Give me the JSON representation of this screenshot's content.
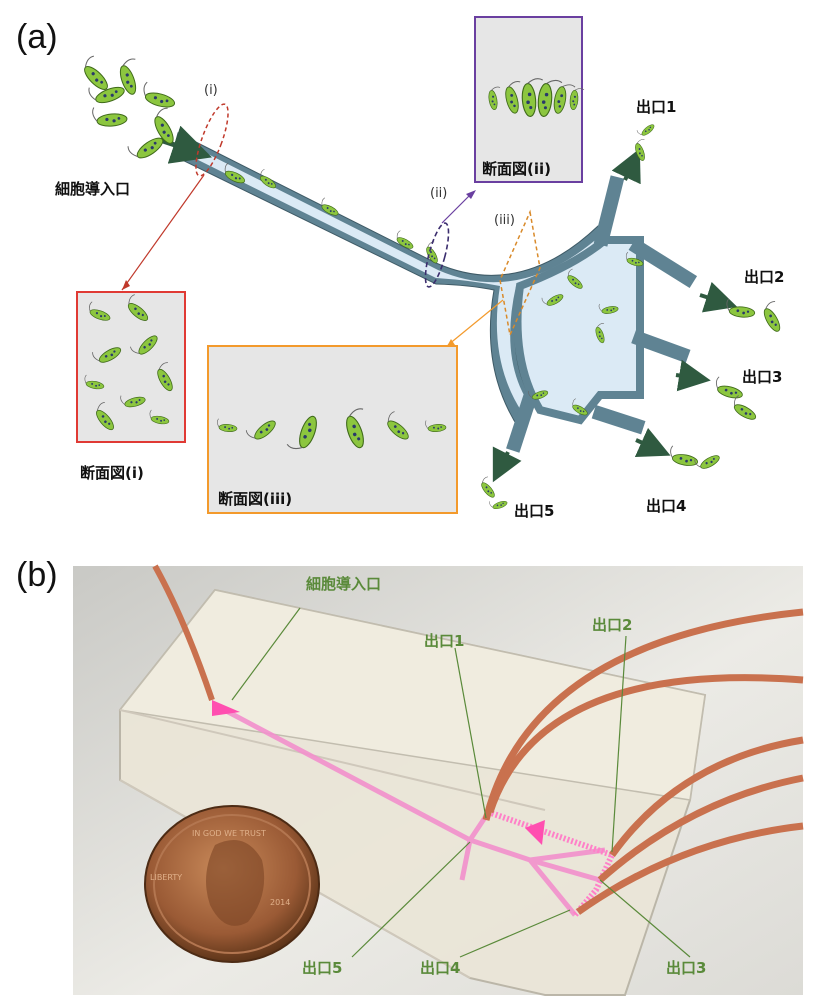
{
  "panel_a": {
    "label": "(a)",
    "inlet": "細胞導入口",
    "outlets": [
      "出口1",
      "出口2",
      "出口3",
      "出口4",
      "出口5"
    ],
    "markers": [
      "(i)",
      "(ii)",
      "(iii)"
    ],
    "sections": [
      "断面図(i)",
      "断面図(ii)",
      "断面図(iii)"
    ],
    "colors": {
      "section_i": "#e03a34",
      "section_ii": "#6a3fa0",
      "section_iii": "#f39a2c",
      "channel": "#5f8393",
      "cell": "#8cc63f"
    }
  },
  "panel_b": {
    "label": "(b)",
    "inlet": "細胞導入口",
    "outlets": [
      "出口1",
      "出口2",
      "出口5",
      "出口4",
      "出口3"
    ],
    "coin_text": [
      "IN GOD WE TRUST",
      "LIBERTY",
      "2014"
    ]
  }
}
